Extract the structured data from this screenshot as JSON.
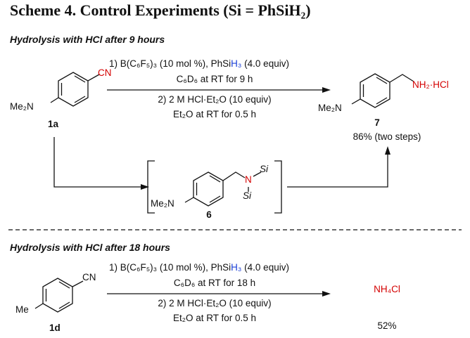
{
  "title": "Scheme 4. Control Experiments (Si = PhSiH₂)",
  "section1": {
    "heading": "Hydrolysis with HCl after 9 hours",
    "condition1a_pre": "1) B(C₆F₅)₃ (10 mol %), PhSi",
    "condition1a_h": "H₃",
    "condition1a_post": " (4.0 equiv)",
    "condition1b": "C₆D₆ at RT for 9 h",
    "condition2a": "2) 2 M HCl·Et₂O (10 equiv)",
    "condition2b": "Et₂O at RT for 0.5 h",
    "start_label": "1a",
    "start_nme2": "Me₂N",
    "start_cn": "CN",
    "product_label": "7",
    "product_nme2": "Me₂N",
    "product_amine": "NH₂·HCl",
    "product_yield": "86% (two steps)",
    "intermediate_label": "6",
    "intermediate_nme2": "Me₂N",
    "intermediate_n": "N",
    "intermediate_si1": "Si",
    "intermediate_si2": "Si"
  },
  "section2": {
    "heading": "Hydrolysis with HCl after 18 hours",
    "condition1a_pre": "1) B(C₆F₅)₃ (10 mol %), PhSi",
    "condition1a_h": "H₃",
    "condition1a_post": " (4.0 equiv)",
    "condition1b": "C₆D₆ at RT for 18 h",
    "condition2a": "2) 2 M HCl·Et₂O (10 equiv)",
    "condition2b": "Et₂O at RT for 0.5 h",
    "start_label": "1d",
    "start_me": "Me",
    "start_cn": "CN",
    "product": "NH₄Cl",
    "product_yield": "52%"
  }
}
